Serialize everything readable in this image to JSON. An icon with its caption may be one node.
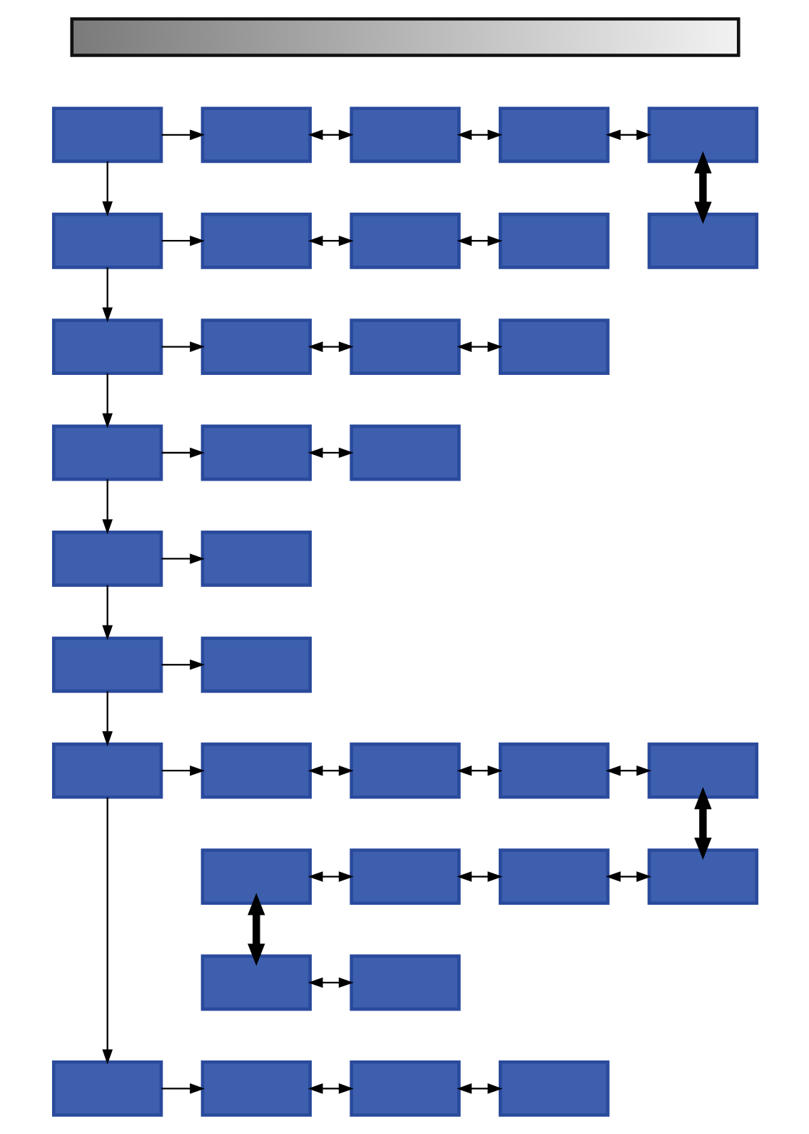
{
  "diagram": {
    "nodes": [
      {
        "text": [],
        "shape": "bar"
      },
      {
        "text": [],
        "shape": "box"
      },
      {
        "text": [],
        "shape": "box"
      },
      {
        "text": [],
        "shape": "box"
      },
      {
        "text": [],
        "shape": "box"
      },
      {
        "text": [],
        "shape": "box"
      },
      {
        "text": [],
        "shape": "box"
      },
      {
        "text": [],
        "shape": "box"
      },
      {
        "text": [],
        "shape": "box"
      },
      {
        "text": [],
        "shape": "box"
      },
      {
        "text": [],
        "shape": "box"
      },
      {
        "text": [],
        "shape": "box"
      },
      {
        "text": [],
        "shape": "box"
      },
      {
        "text": [],
        "shape": "box"
      },
      {
        "text": [],
        "shape": "box"
      },
      {
        "text": [],
        "shape": "box"
      },
      {
        "text": [],
        "shape": "box"
      },
      {
        "text": [],
        "shape": "box"
      },
      {
        "text": [],
        "shape": "box"
      },
      {
        "text": [],
        "shape": "box"
      },
      {
        "text": [],
        "shape": "box"
      },
      {
        "text": [],
        "shape": "box"
      },
      {
        "text": [],
        "shape": "box"
      },
      {
        "text": [],
        "shape": "box"
      },
      {
        "text": [],
        "shape": "box"
      },
      {
        "text": [],
        "shape": "box"
      },
      {
        "text": [],
        "shape": "box"
      },
      {
        "text": [],
        "shape": "box"
      },
      {
        "text": [],
        "shape": "box"
      },
      {
        "text": [],
        "shape": "box"
      },
      {
        "text": [],
        "shape": "box"
      },
      {
        "text": [],
        "shape": "box"
      },
      {
        "text": [],
        "shape": "box"
      },
      {
        "text": [],
        "shape": "box"
      },
      {
        "text": [],
        "shape": "box"
      },
      {
        "text": [],
        "shape": "box"
      },
      {
        "text": [],
        "shape": "box"
      }
    ],
    "edges": [
      {
        "from": 1,
        "to": 2,
        "arrow": "to"
      },
      {
        "from": 2,
        "to": 3,
        "arrow": "both"
      },
      {
        "from": 3,
        "to": 4,
        "arrow": "both"
      },
      {
        "from": 4,
        "to": 5,
        "arrow": "both"
      },
      {
        "from": 1,
        "to": 6,
        "arrow": "to"
      },
      {
        "from": 5,
        "to": 10,
        "arrow": "both",
        "style": "thick"
      },
      {
        "from": 6,
        "to": 7,
        "arrow": "to"
      },
      {
        "from": 7,
        "to": 8,
        "arrow": "both"
      },
      {
        "from": 8,
        "to": 9,
        "arrow": "both"
      },
      {
        "from": 6,
        "to": 11,
        "arrow": "to"
      },
      {
        "from": 11,
        "to": 12,
        "arrow": "to"
      },
      {
        "from": 12,
        "to": 13,
        "arrow": "both"
      },
      {
        "from": 13,
        "to": 14,
        "arrow": "both"
      },
      {
        "from": 11,
        "to": 15,
        "arrow": "to"
      },
      {
        "from": 15,
        "to": 16,
        "arrow": "to"
      },
      {
        "from": 16,
        "to": 17,
        "arrow": "both"
      },
      {
        "from": 15,
        "to": 18,
        "arrow": "to"
      },
      {
        "from": 18,
        "to": 19,
        "arrow": "to"
      },
      {
        "from": 18,
        "to": 20,
        "arrow": "to"
      },
      {
        "from": 20,
        "to": 21,
        "arrow": "to"
      },
      {
        "from": 20,
        "to": 22,
        "arrow": "to"
      },
      {
        "from": 22,
        "to": 23,
        "arrow": "to"
      },
      {
        "from": 23,
        "to": 24,
        "arrow": "both"
      },
      {
        "from": 24,
        "to": 25,
        "arrow": "both"
      },
      {
        "from": 25,
        "to": 26,
        "arrow": "both"
      },
      {
        "from": 26,
        "to": 30,
        "arrow": "both",
        "style": "thick"
      },
      {
        "from": 27,
        "to": 28,
        "arrow": "both"
      },
      {
        "from": 28,
        "to": 29,
        "arrow": "both"
      },
      {
        "from": 29,
        "to": 30,
        "arrow": "both"
      },
      {
        "from": 27,
        "to": 31,
        "arrow": "both",
        "style": "thick"
      },
      {
        "from": 31,
        "to": 32,
        "arrow": "both"
      },
      {
        "from": 22,
        "to": 33,
        "arrow": "to"
      },
      {
        "from": 33,
        "to": 34,
        "arrow": "to"
      },
      {
        "from": 34,
        "to": 35,
        "arrow": "both"
      },
      {
        "from": 35,
        "to": 36,
        "arrow": "both"
      }
    ]
  }
}
